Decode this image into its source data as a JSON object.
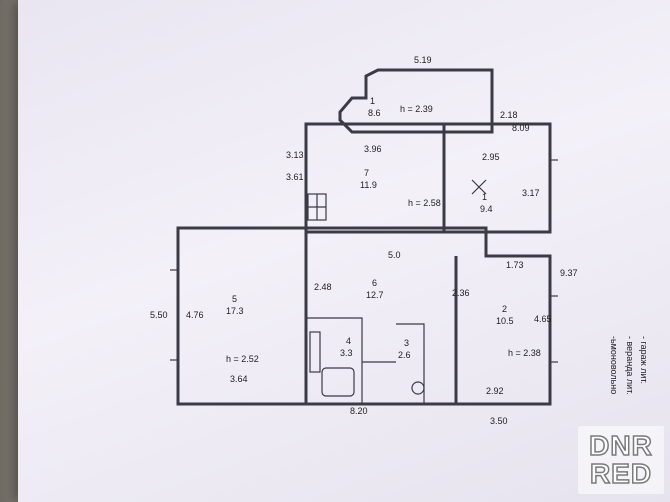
{
  "plan": {
    "dimensions": {
      "top_width": "5.19",
      "loggia_right": "2.18",
      "right_top": "8.09",
      "left_upper": "3.61",
      "left_upper_inner": "3.13",
      "room7_top": "3.96",
      "room1_top": "2.95",
      "room1_side": "3.17",
      "mid_span": "5.0",
      "left_main": "5.50",
      "room5_inner": "4.76",
      "room6_inner": "2.48",
      "room6_side": "2.36",
      "room2_top": "1.73",
      "room2_side": "4.65",
      "right_total": "9.37",
      "room5_bottom": "3.64",
      "room2_bottom": "2.92",
      "bottom_total": "8.20",
      "bottom_right": "3.50"
    },
    "heights": {
      "h1": "h = 2.39",
      "h2": "h = 2.58",
      "h3": "h = 2.52",
      "h4": "h = 2.38"
    },
    "rooms": [
      {
        "num": "1",
        "area": "8.6"
      },
      {
        "num": "7",
        "area": "11.9"
      },
      {
        "num": "1",
        "area": "9.4"
      },
      {
        "num": "6",
        "area": "12.7"
      },
      {
        "num": "5",
        "area": "17.3"
      },
      {
        "num": "2",
        "area": "10.5"
      },
      {
        "num": "4",
        "area": "3.3"
      },
      {
        "num": "3",
        "area": "2.6"
      }
    ]
  },
  "side_notes": [
    "-ьмоновольно",
    "- веранда лит.",
    "- гараж лит."
  ],
  "watermark": {
    "line1": "DNR",
    "line2": "RED"
  }
}
